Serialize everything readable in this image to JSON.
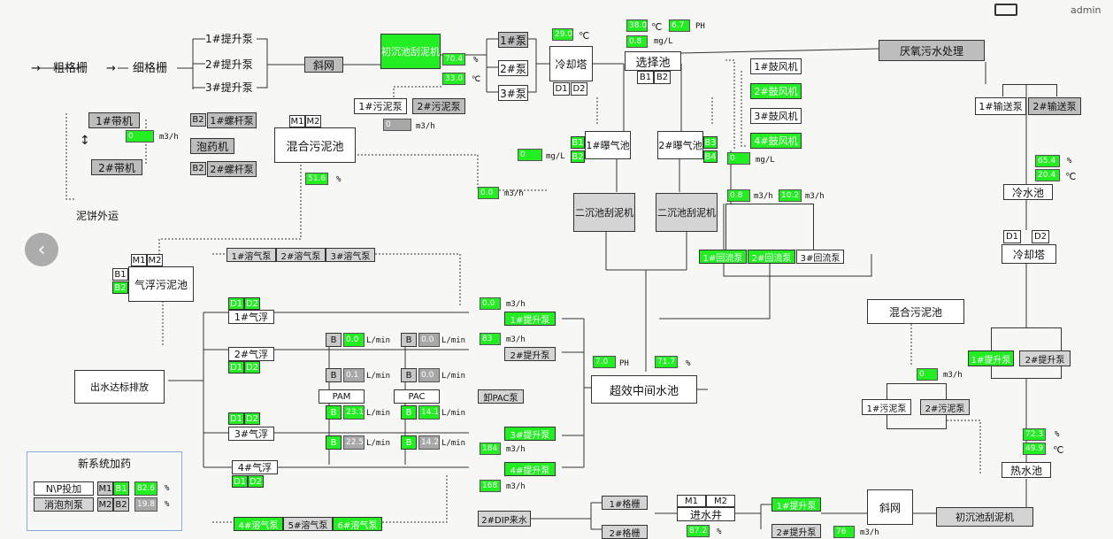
{
  "header": {
    "user": "admin",
    "monitor_icon": "monitor-icon"
  },
  "intake": {
    "coarse_screen": "粗格栅",
    "fine_screen": "细格栅",
    "lift_pump_1": "1#提升泵",
    "lift_pump_2": "2#提升泵",
    "lift_pump_3": "3#提升泵",
    "inclined_screen": "斜网",
    "primary_scraper": "初沉池刮泥机",
    "primary_pct": "70.4",
    "primary_temp": "33.0",
    "pct_unit": "%",
    "temp_unit": "℃",
    "sludge_pump_1": "1#污泥泵",
    "sludge_pump_2": "2#污泥泵",
    "sludge_flow": "0",
    "m3h_unit": "m3/h"
  },
  "cooling_top": {
    "pump_1": "1#泵",
    "pump_2": "2#泵",
    "pump_3": "3#泵",
    "temp_val": "29.0",
    "temp_unit": "℃",
    "tower": "冷却塔",
    "d1": "D1",
    "d2": "D2"
  },
  "selector": {
    "name": "选择池",
    "temp_val": "38.0",
    "temp_unit": "℃",
    "ph_val": "6.7",
    "ph_unit": "PH",
    "mgl_val": "0.8",
    "mgl_unit": "mg/L",
    "b1": "B1",
    "b2": "B2"
  },
  "anaerobic": {
    "name": "厌氧污水处理"
  },
  "transfer_pumps": {
    "pump_1": "1#输送泵",
    "pump_2": "2#输送泵"
  },
  "cold_water": {
    "name": "冷水池",
    "pct_val": "65.4",
    "temp_val": "20.4",
    "pct_unit": "%",
    "temp_unit": "℃"
  },
  "cooling_right": {
    "name": "冷却塔",
    "d1": "D1",
    "d2": "D2"
  },
  "blowers": {
    "b1": "1#鼓风机",
    "b2": "2#鼓风机",
    "b3": "3#鼓风机",
    "b4": "4#鼓风机"
  },
  "aeration": {
    "tank1": "1#曝气池",
    "tank2": "2#曝气池",
    "b1": "B1",
    "b2": "B2",
    "b3": "B3",
    "b4": "B4",
    "do1": "0",
    "do2": "0",
    "mgl_unit": "mg/L"
  },
  "secondary": {
    "scraper1": "二沉池刮泥机",
    "scraper2": "二沉池刮泥机",
    "flow_a": "0.8",
    "flow_b": "10.2",
    "m3h_unit": "m3/h",
    "return_1": "1#回流泵",
    "return_2": "2#回流泵",
    "return_3": "3#回流泵"
  },
  "sludge_dewater": {
    "belt_1": "1#带机",
    "belt_2": "2#带机",
    "belt_flow": "0",
    "screw_1": "1#螺杆泵",
    "screw_2": "2#螺杆泵",
    "dosing": "泡药机",
    "b2a": "B2",
    "b2b": "B2",
    "cake_out": "泥饼外运",
    "mix_tank": "混合污泥池",
    "m1": "M1",
    "m2": "M2",
    "mix_pct": "51.6",
    "mix_flow": "0.0",
    "pct_unit": "%",
    "m3h_unit": "m3/h"
  },
  "flotation": {
    "sludge_tank": "气浮污泥池",
    "m1": "M1",
    "m2": "M2",
    "b1": "B1",
    "b2": "B2",
    "dissolved_1": "1#溶气泵",
    "dissolved_2": "2#溶气泵",
    "dissolved_3": "3#溶气泵",
    "dissolved_4": "4#溶气泵",
    "dissolved_5": "5#溶气泵",
    "dissolved_6": "6#溶气泵",
    "unit1": "1#气浮",
    "unit2": "2#气浮",
    "unit3": "3#气浮",
    "unit4": "4#气浮",
    "d1": "D1",
    "d2": "D2",
    "b": "B",
    "pam": "PAM",
    "pac": "PAC",
    "pac_unload": "卸PAC泵",
    "flow_b1": "0.0",
    "flow_b2": "0.0",
    "flow_b3": "0.1",
    "flow_b4": "0.0",
    "flow_b5": "23.1",
    "flow_b6": "14.1",
    "flow_b7": "22.5",
    "flow_b8": "14.2",
    "lmin_unit": "L/min",
    "discharge": "出水达标排放"
  },
  "lift_mid": {
    "pump_1": "1#提升泵",
    "pump_2": "2#提升泵",
    "pump_3": "3#提升泵",
    "pump_4": "4#提升泵",
    "flow_1": "0.0",
    "flow_2": "83",
    "flow_3": "184",
    "flow_4": "168",
    "m3h_unit": "m3/h"
  },
  "effluent_mid": {
    "name": "超效中间水池",
    "ph_val": "7.0",
    "ph_unit": "PH",
    "pct_val": "71.7",
    "pct_unit": "%"
  },
  "right_bottom": {
    "mix_sludge": "混合污泥池",
    "sludge_pump_1": "1#污泥泵",
    "sludge_pump_2": "2#污泥泵",
    "flow": "0",
    "m3h_unit": "m3/h",
    "lift_1": "1#提升泵",
    "lift_2": "2#提升泵",
    "hot_pool": "热水池",
    "hot_pct": "72.3",
    "hot_temp": "49.9",
    "pct_unit": "%",
    "temp_unit": "℃"
  },
  "bottom_line": {
    "dip_in": "2#DIP来水",
    "grid_1": "1#格栅",
    "grid_2": "2#格栅",
    "m1": "M1",
    "m2": "M2",
    "inlet_well": "进水井",
    "well_pct": "87.2",
    "pct_unit": "%",
    "lift_1": "1#提升泵",
    "lift_2": "2#提升泵",
    "flow": "76",
    "m3h_unit": "m3/h",
    "screen": "斜网",
    "primary_scraper": "初沉池刮泥机"
  },
  "new_dosing": {
    "title": "新系统加药",
    "np_dose": "N\\P投加",
    "defoam": "消泡剂泵",
    "m1": "M1",
    "b1": "B1",
    "m2": "M2",
    "b2": "B2",
    "np_pct": "82.6",
    "defoam_pct": "19.8",
    "pct_unit": "%"
  },
  "colors": {
    "active": "#22ee22",
    "idle": "#a8a8a8",
    "panel": "#d4d4d4"
  }
}
